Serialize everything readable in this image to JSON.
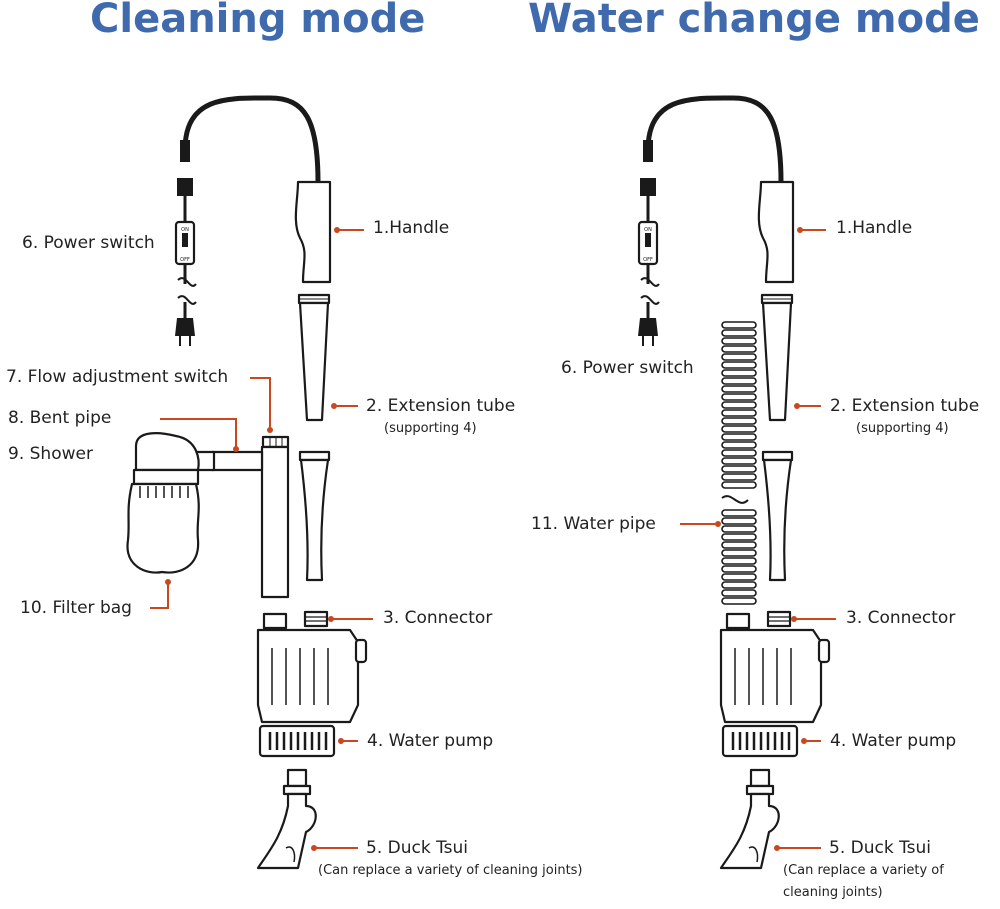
{
  "titles": {
    "left": "Cleaning mode",
    "right": "Water change mode"
  },
  "labels": {
    "handle": "1.Handle",
    "extension_tube": "2. Extension tube",
    "extension_tube_note": "(supporting 4)",
    "connector": "3. Connector",
    "water_pump": "4. Water pump",
    "duck_tsui": "5. Duck Tsui",
    "duck_tsui_note": "(Can replace a variety of cleaning joints)",
    "duck_tsui_note_line1": "(Can replace a variety of",
    "duck_tsui_note_line2": "cleaning joints)",
    "power_switch": "6. Power switch",
    "flow_adjustment_switch": "7. Flow adjustment switch",
    "bent_pipe": "8. Bent pipe",
    "shower": "9. Shower",
    "filter_bag": "10. Filter bag",
    "water_pipe": "11. Water pipe"
  },
  "switch_text": {
    "on": "ON",
    "off": "OFF"
  },
  "colors": {
    "title": "#3f6aad",
    "leader": "#c8481f",
    "ink": "#1a1a1a"
  }
}
